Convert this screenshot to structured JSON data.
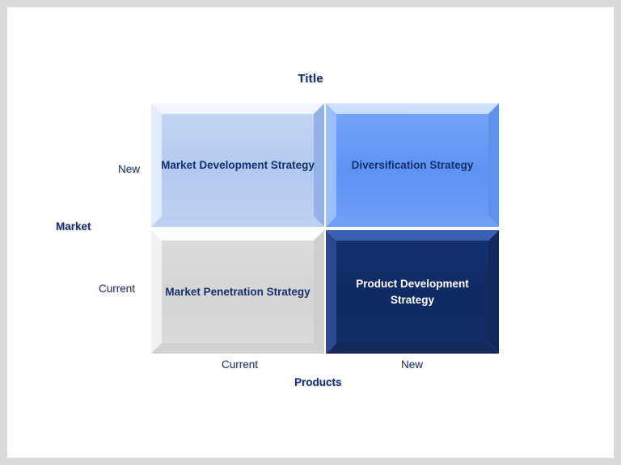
{
  "title": "Title",
  "axes": {
    "y": {
      "title": "Market",
      "ticks": {
        "high": "New",
        "low": "Current"
      }
    },
    "x": {
      "title": "Products",
      "ticks": {
        "low": "Current",
        "high": "New"
      }
    }
  },
  "quadrants": {
    "top_left": {
      "label": "Market Development Strategy",
      "color": "#b6cdf1",
      "text_color": "#16306b"
    },
    "top_right": {
      "label": "Diversification Strategy",
      "color": "#6498f6",
      "text_color": "#16306b"
    },
    "bottom_left": {
      "label": "Market Penetration Strategy",
      "color": "#d6d6d6",
      "text_color": "#16306b"
    },
    "bottom_right": {
      "label": "Product Development Strategy",
      "color": "#112a63",
      "text_color": "#ffffff"
    }
  },
  "colors": {
    "slide_background": "#ffffff",
    "page_background": "#d9dadb",
    "title_text": "#16306b",
    "axis_text": "#1d3566"
  },
  "chart_data": {
    "type": "table",
    "title": "Title",
    "xlabel": "Products",
    "ylabel": "Market",
    "x_categories": [
      "Current",
      "New"
    ],
    "y_categories": [
      "Current",
      "New"
    ],
    "cells": [
      {
        "market": "New",
        "products": "Current",
        "label": "Market Development Strategy",
        "color": "#b6cdf1"
      },
      {
        "market": "New",
        "products": "New",
        "label": "Diversification Strategy",
        "color": "#6498f6"
      },
      {
        "market": "Current",
        "products": "Current",
        "label": "Market Penetration Strategy",
        "color": "#d6d6d6"
      },
      {
        "market": "Current",
        "products": "New",
        "label": "Product Development Strategy",
        "color": "#112a63"
      }
    ]
  }
}
